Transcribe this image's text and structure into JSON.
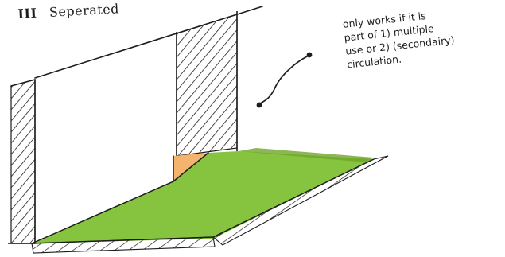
{
  "title": {
    "numeral": "III",
    "text": "Seperated"
  },
  "annotation": {
    "lines": [
      "only works if it is",
      "part of 1) multiple",
      "use or 2) (secondairy)",
      "circulation."
    ]
  },
  "colors": {
    "ink": "#1d1d1d",
    "green_surface": "#86c43f",
    "green_dark": "#6fa52b",
    "peach_gap": "#f4b46e",
    "hatch_bg": "#ffffff"
  }
}
